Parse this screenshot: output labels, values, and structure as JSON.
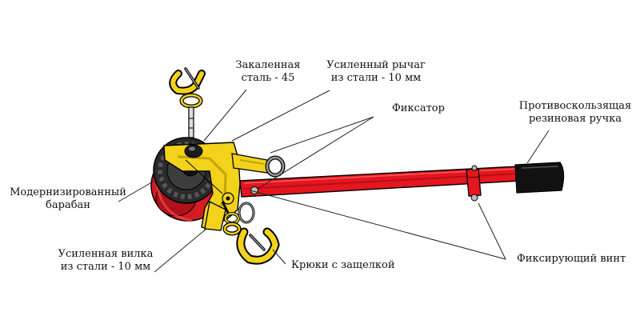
{
  "labels": {
    "hardened_steel": [
      "Закаленная",
      "сталь - 45"
    ],
    "lever": [
      "Усиленный рычаг",
      "из стали - 10 мм"
    ],
    "latch": "Фиксатор",
    "grip": [
      "Противоскользящая",
      "резиновая ручка"
    ],
    "drum": [
      "Модернизированный",
      "барабан"
    ],
    "fork": [
      "Усиленная вилка",
      "из стали - 10 мм"
    ],
    "hooks": "Крюки с защелкой",
    "screw": "Фиксирующий винт"
  },
  "colors": {
    "frame_yellow": "#f2d21a",
    "handle_red": "#e4161f",
    "grip_black": "#111111",
    "drum_red": "#d41d23",
    "gear_dark": "#2a2a2a",
    "outline": "#000000",
    "leader": "#222222"
  }
}
